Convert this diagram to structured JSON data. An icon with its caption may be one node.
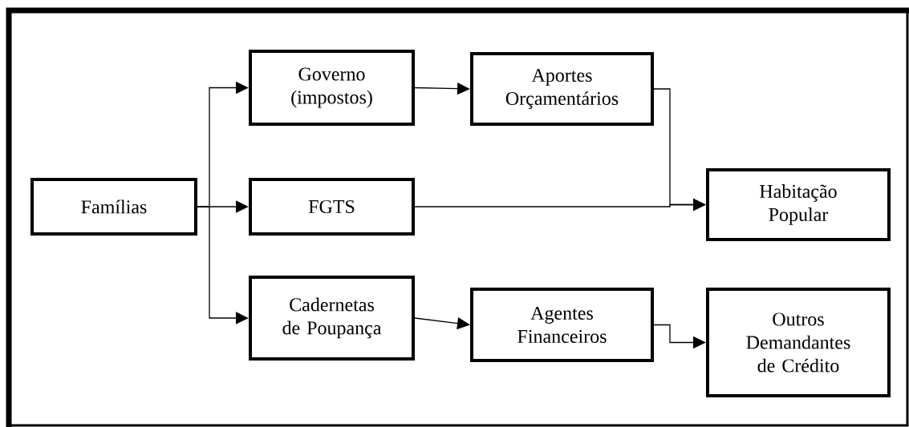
{
  "diagram": {
    "nodes": [
      {
        "text": [
          "Famílias"
        ]
      },
      {
        "text": [
          "Governo (impostos)"
        ]
      },
      {
        "text": [
          "FGTS"
        ]
      },
      {
        "text": [
          "Cadernetas de Poupança"
        ]
      },
      {
        "text": [
          "Aportes Orçamentários"
        ]
      },
      {
        "text": [
          "Habitação Popular"
        ]
      },
      {
        "text": [
          "Agentes Financeiros"
        ]
      },
      {
        "text": [
          "Outros Demandantes de Crédito"
        ]
      }
    ],
    "edges": [
      {
        "from": 0,
        "to": 1,
        "arrow": "to"
      },
      {
        "from": 0,
        "to": 2,
        "arrow": "to"
      },
      {
        "from": 0,
        "to": 3,
        "arrow": "to"
      },
      {
        "from": 1,
        "to": 4,
        "arrow": "to"
      },
      {
        "from": 4,
        "to": 5,
        "arrow": "to"
      },
      {
        "from": 2,
        "to": 5,
        "arrow": "to"
      },
      {
        "from": 3,
        "to": 6,
        "arrow": "to"
      },
      {
        "from": 6,
        "to": 7,
        "arrow": "to"
      }
    ]
  }
}
